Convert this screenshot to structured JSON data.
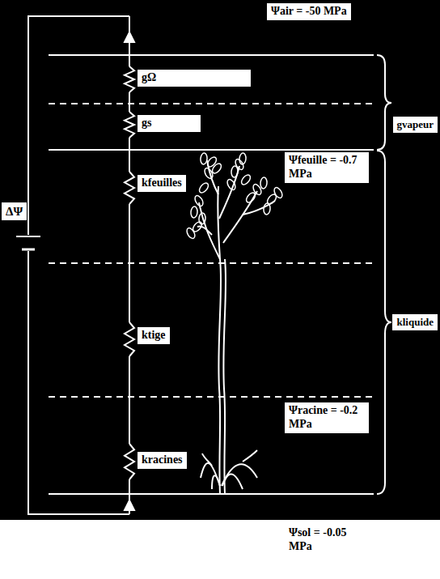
{
  "diagram": {
    "labels": [
      "Ψair = -50 MPa",
      "gΩ",
      "gs",
      "gvapeur",
      "Ψfeuille = -0.7 MPa",
      "kfeuilles",
      "ΔΨ",
      "ktige",
      "kliquide",
      "Ψracine = -0.2 MPa",
      "kracines",
      "Ψsol = -0.05 MPa"
    ]
  }
}
